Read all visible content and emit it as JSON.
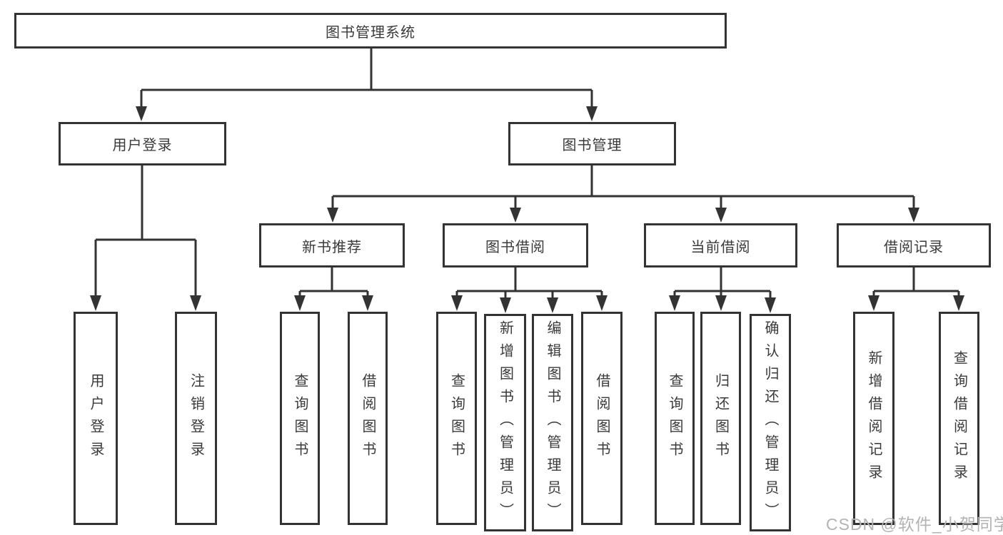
{
  "watermark": "CSDN @软件_小贺同学",
  "colors": {
    "line": "#333333",
    "text": "#3a3a3a",
    "watermark": "#b3b3b3",
    "background": "#ffffff"
  },
  "tree": {
    "root": {
      "label": "图书管理系统"
    },
    "children": [
      {
        "label": "用户登录",
        "children": [
          {
            "label": "用户登录"
          },
          {
            "label": "注销登录"
          }
        ]
      },
      {
        "label": "图书管理",
        "children": [
          {
            "label": "新书推荐",
            "children": [
              {
                "label": "查询图书"
              },
              {
                "label": "借阅图书"
              }
            ]
          },
          {
            "label": "图书借阅",
            "children": [
              {
                "label": "查询图书"
              },
              {
                "label": "新增图书（管理员）"
              },
              {
                "label": "编辑图书（管理员）"
              },
              {
                "label": "借阅图书"
              }
            ]
          },
          {
            "label": "当前借阅",
            "children": [
              {
                "label": "查询图书"
              },
              {
                "label": "归还图书"
              },
              {
                "label": "确认归还（管理员）"
              }
            ]
          },
          {
            "label": "借阅记录",
            "children": [
              {
                "label": "新增借阅记录"
              },
              {
                "label": "查询借阅记录"
              }
            ]
          }
        ]
      }
    ]
  }
}
